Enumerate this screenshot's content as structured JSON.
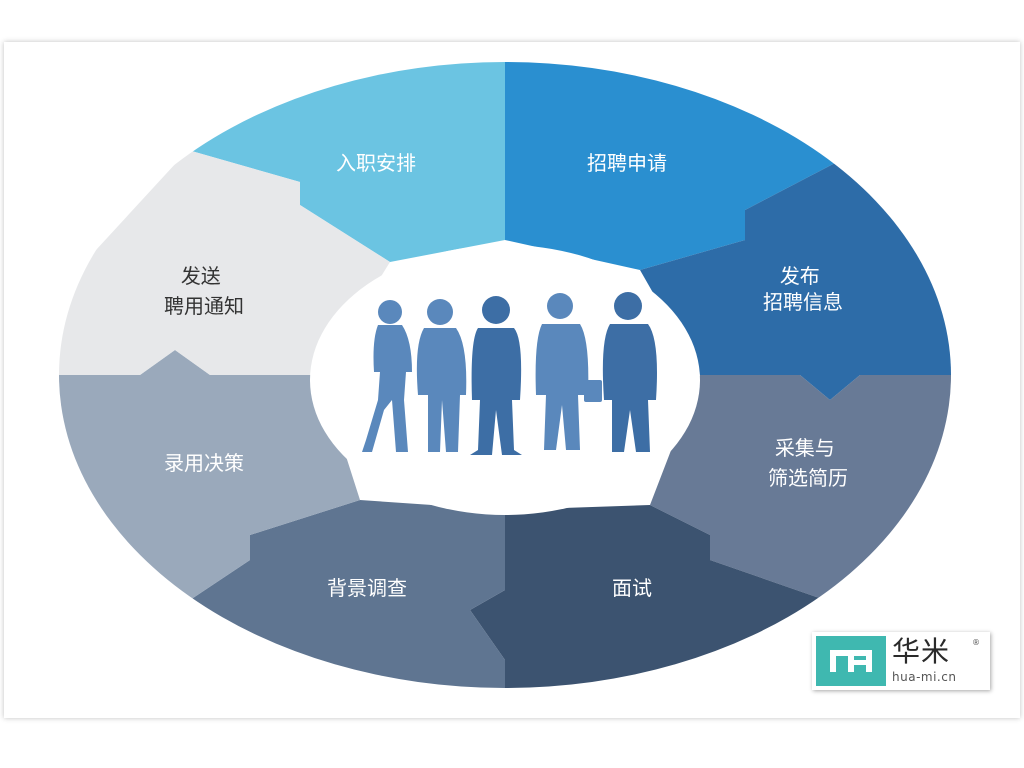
{
  "diagram": {
    "segments": [
      {
        "id": "onboarding",
        "lines": [
          "入职安排"
        ],
        "color": "#6bc4e2",
        "text_color": "#ffffff"
      },
      {
        "id": "application",
        "lines": [
          "招聘申请"
        ],
        "color": "#2a8fd0",
        "text_color": "#ffffff"
      },
      {
        "id": "publish",
        "lines": [
          "发布",
          "招聘信息"
        ],
        "color": "#2d6ca8",
        "text_color": "#ffffff"
      },
      {
        "id": "screening",
        "lines": [
          "采集与",
          "筛选简历"
        ],
        "color": "#687a96",
        "text_color": "#ffffff"
      },
      {
        "id": "interview",
        "lines": [
          "面试"
        ],
        "color": "#3c5370",
        "text_color": "#ffffff"
      },
      {
        "id": "background",
        "lines": [
          "背景调查"
        ],
        "color": "#5f7591",
        "text_color": "#ffffff"
      },
      {
        "id": "decision",
        "lines": [
          "录用决策"
        ],
        "color": "#9aa9bb",
        "text_color": "#ffffff"
      },
      {
        "id": "offer",
        "lines": [
          "发送",
          "聘用通知"
        ],
        "color": "#e7e8ea",
        "text_color": "#333333"
      }
    ],
    "center_fill": "#ffffff",
    "people_color": "#3d6ea5",
    "people_color_light": "#5a88bc"
  },
  "logo": {
    "name_cn": "华米",
    "reg": "®",
    "url": "hua-mi.cn",
    "mark_color": "#3fb8b0"
  }
}
